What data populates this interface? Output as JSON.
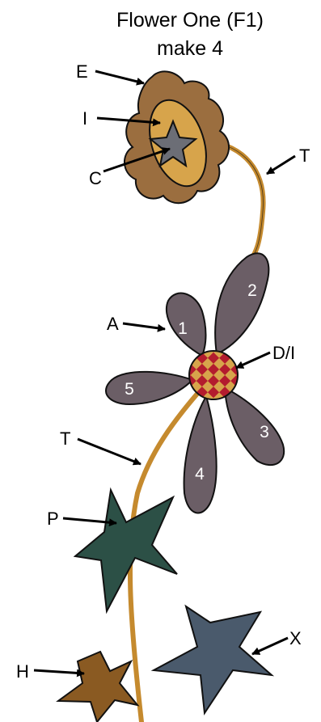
{
  "title": {
    "line1": "Flower One (F1)",
    "line2": "make 4"
  },
  "callouts": {
    "E": "E",
    "I": "I",
    "C": "C",
    "T_top": "T",
    "A": "A",
    "D_I": "D/I",
    "T_left": "T",
    "P": "P",
    "X": "X",
    "H": "H"
  },
  "petal_numbers": [
    "1",
    "2",
    "3",
    "4",
    "5"
  ],
  "colors": {
    "outer_flower": "#9b6e3f",
    "inner_oval": "#d7a44b",
    "center_star": "#6c6e76",
    "stem": "#c58a2e",
    "petals": "#6b5e66",
    "checker_red": "#b31c2e",
    "checker_tan": "#d7a44b",
    "star_green": "#2c5046",
    "star_blue": "#4a5a6c",
    "star_brown": "#8a5a22",
    "outline": "#111111"
  }
}
